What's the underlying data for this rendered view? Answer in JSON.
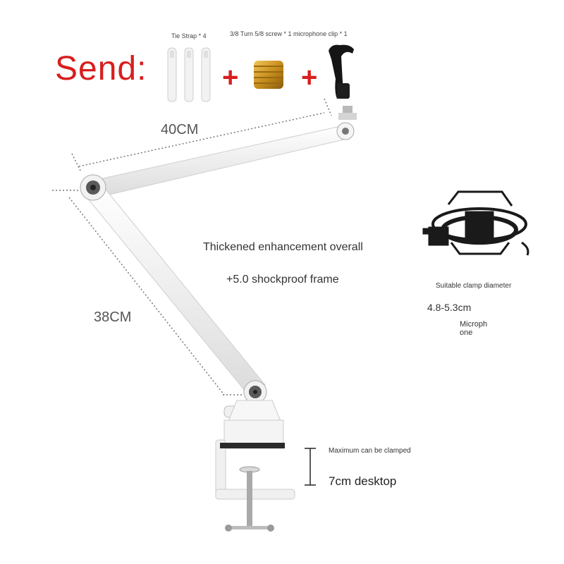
{
  "header": {
    "send_label": "Send:",
    "plus_1": "+",
    "plus_2": "+"
  },
  "accessories": {
    "tie_strap_caption": "Tie Strap * 4",
    "screw_clip_caption": "3/8 Turn 5/8 screw * 1 microphone clip * 1"
  },
  "dimensions": {
    "upper_arm": "40CM",
    "lower_arm": "38CM"
  },
  "features": {
    "line_1": "Thickened enhancement overall",
    "line_2": "+5.0 shockproof frame"
  },
  "shock_mount": {
    "caption": "Suitable clamp diameter",
    "range": "4.8-5.3cm",
    "target": "Microph one"
  },
  "clamp": {
    "max_caption": "Maximum can be clamped",
    "desktop": "7cm desktop"
  },
  "colors": {
    "send_red": "#d81e1e",
    "arm_white": "#f4f4f4",
    "shock_black": "#1a1a1a"
  }
}
